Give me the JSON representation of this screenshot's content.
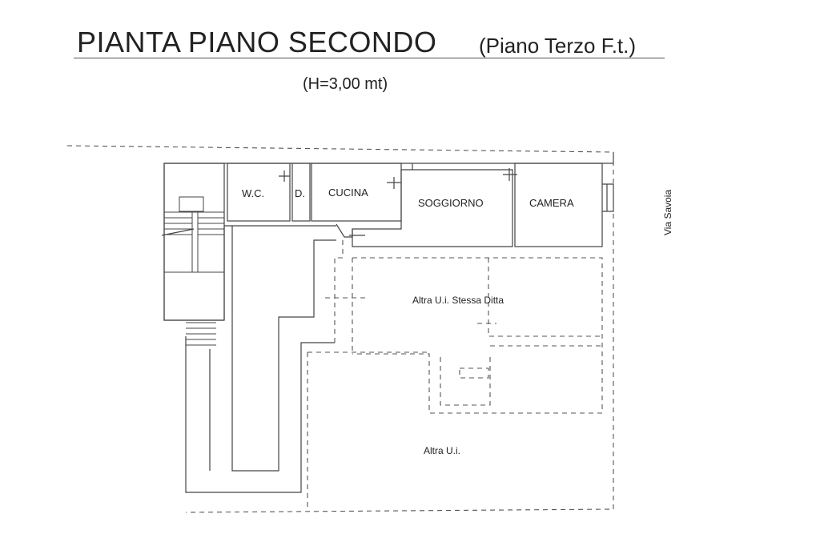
{
  "header": {
    "title": "PIANTA PIANO SECONDO",
    "subtitle": "(Piano Terzo F.t.)",
    "height_note": "(H=3,00 mt)"
  },
  "rooms": {
    "wc": "W.C.",
    "d": "D.",
    "cucina": "CUCINA",
    "soggiorno": "SOGGIORNO",
    "camera": "CAMERA"
  },
  "areas": {
    "altra_ui_stessa_ditta": "Altra U.i.  Stessa Ditta",
    "altra_ui": "Altra U.i."
  },
  "street": "Via Savoia"
}
